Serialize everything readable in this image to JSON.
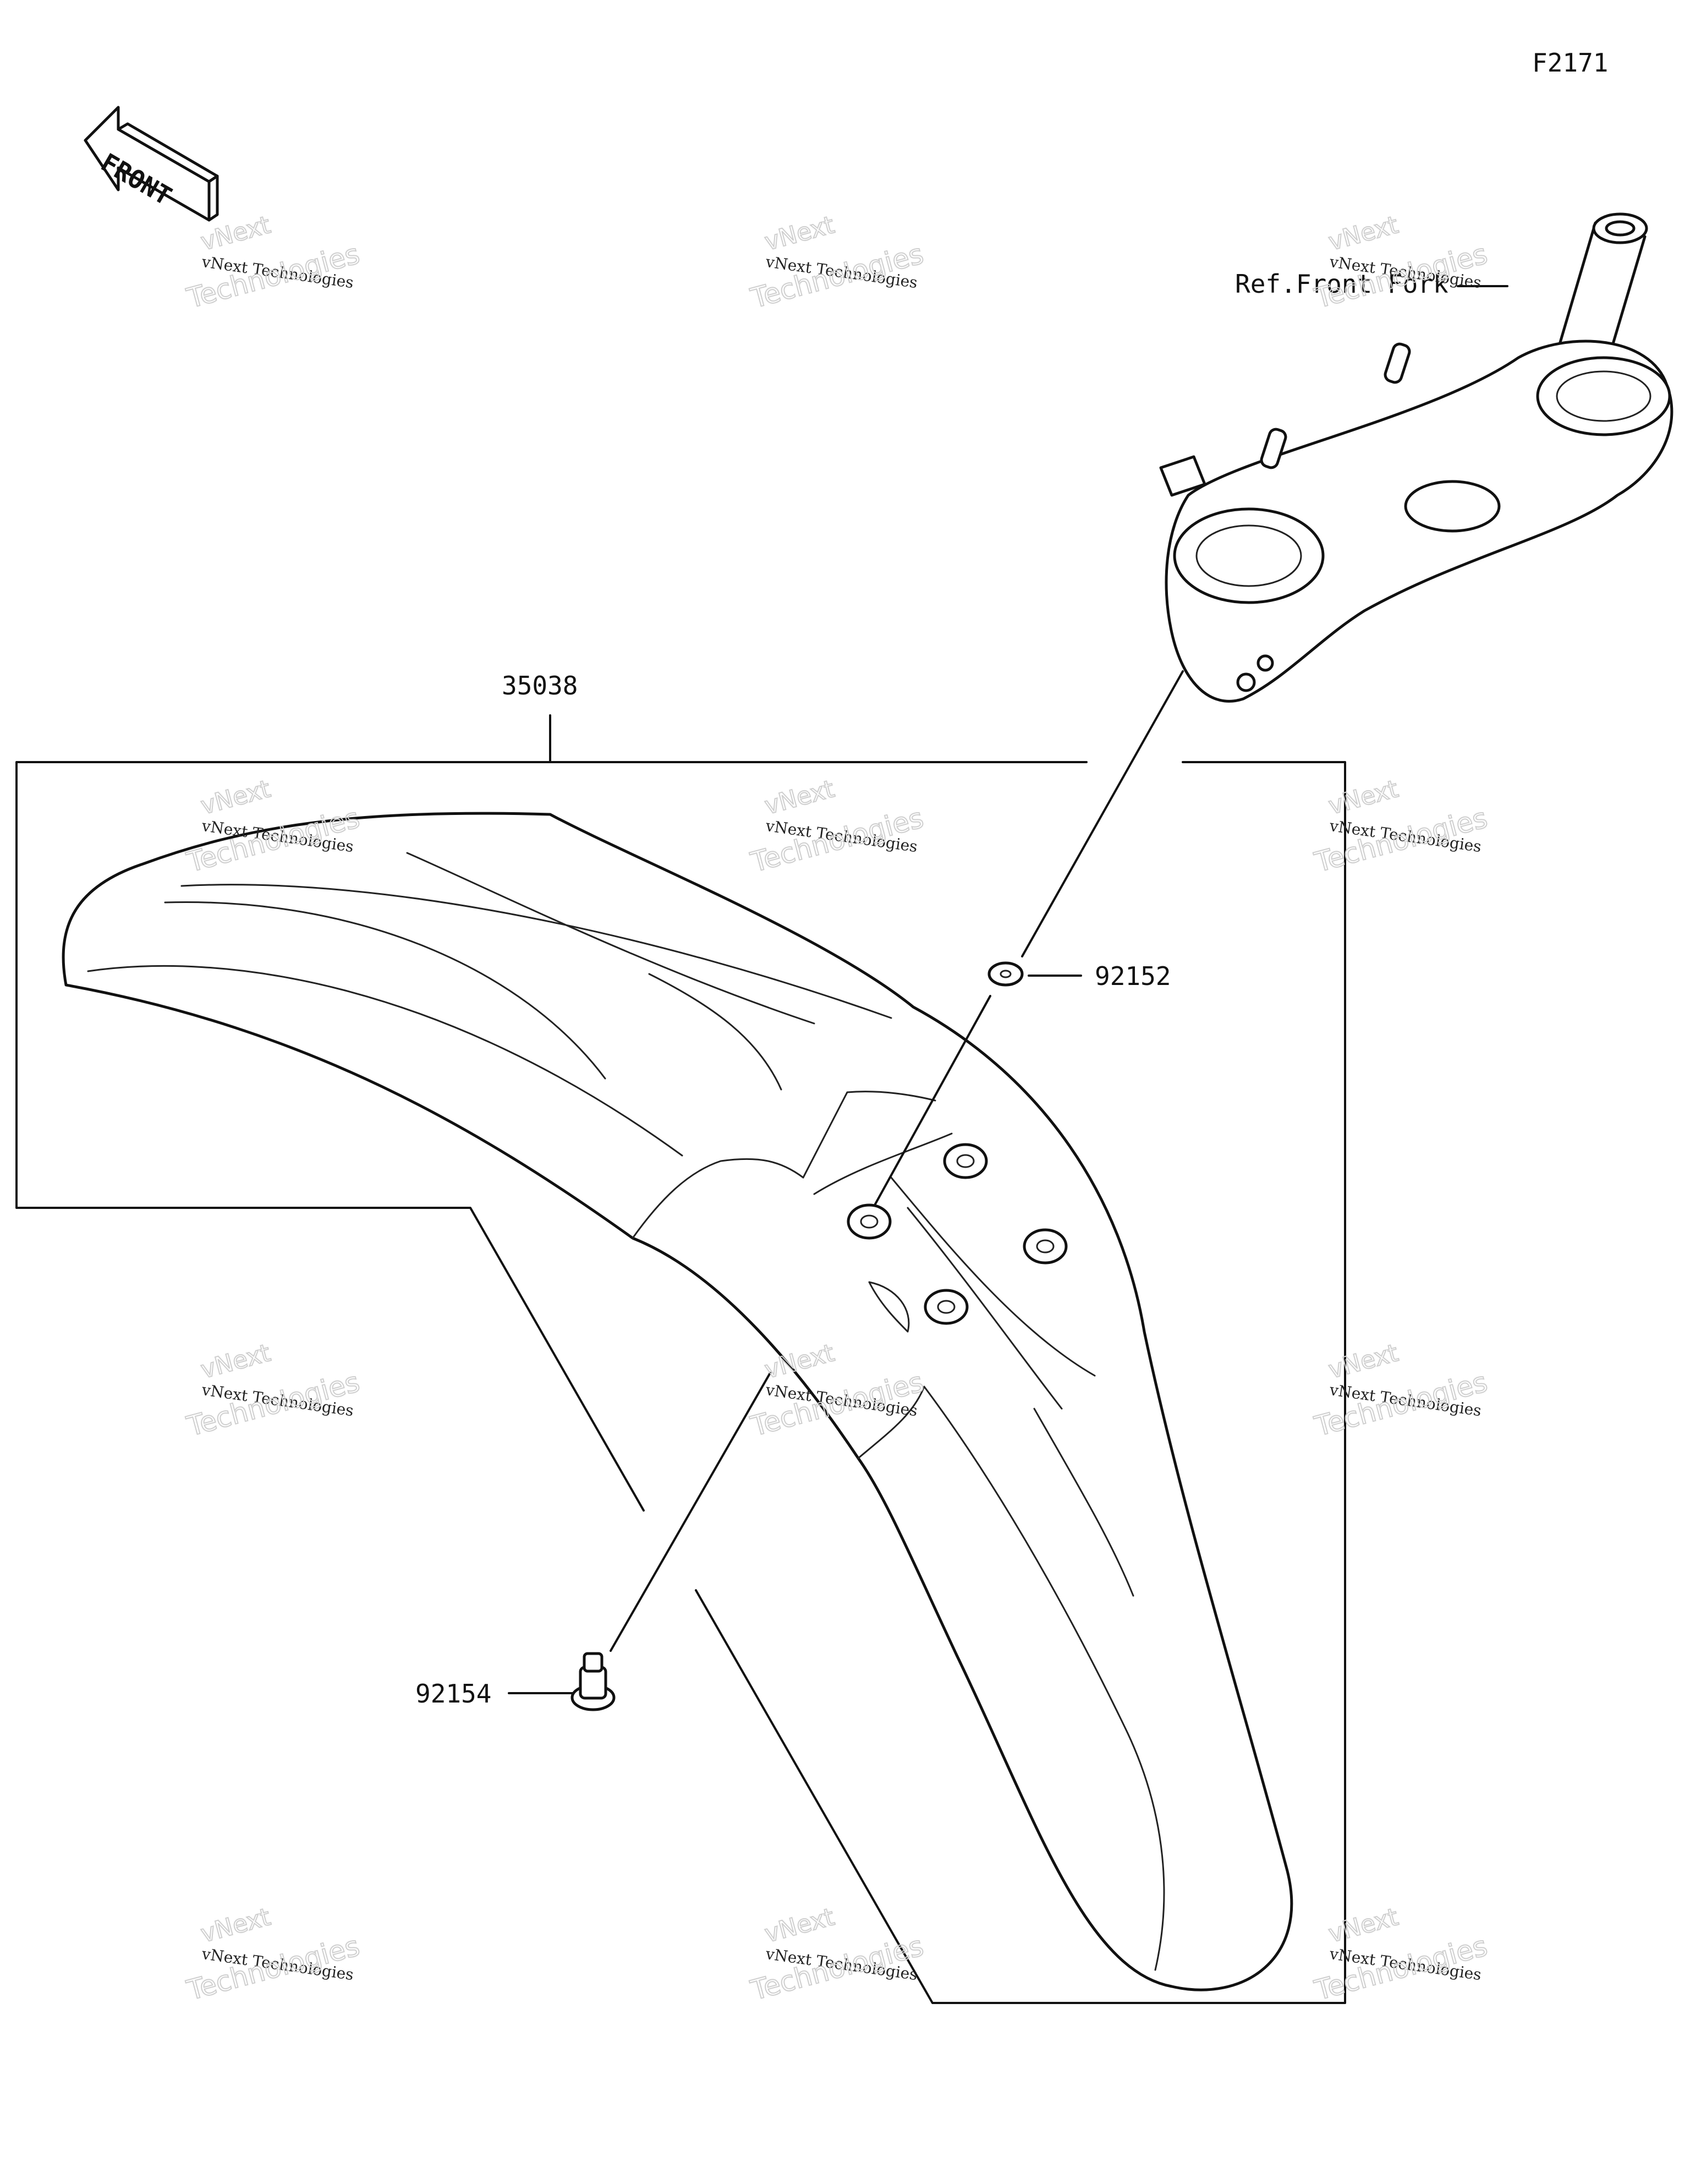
{
  "diagram_code": "F2171",
  "front_arrow_text": "FRONT",
  "reference_label": "Ref.Front Fork",
  "parts": [
    {
      "number": "35038",
      "name": "fender-assembly"
    },
    {
      "number": "92152",
      "name": "collar"
    },
    {
      "number": "92154",
      "name": "bolt"
    }
  ],
  "watermark": {
    "line1": "vNext Technologies",
    "line2": "Technologies",
    "line3": "vNext"
  }
}
